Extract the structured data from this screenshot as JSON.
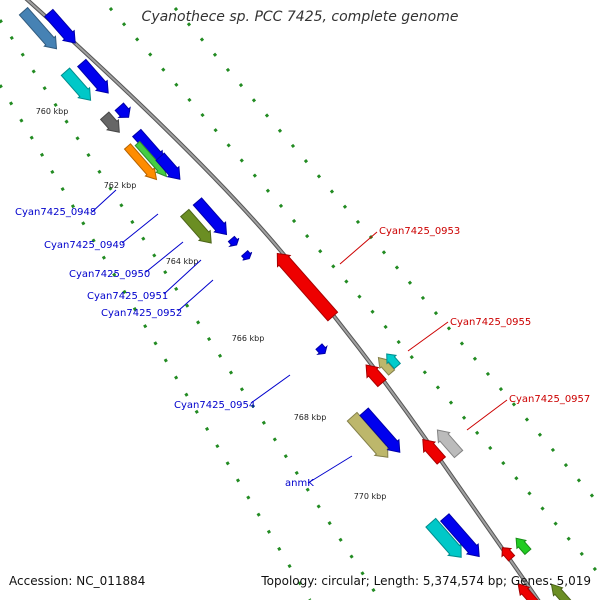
{
  "title": "Cyanothece sp. PCC 7425, complete genome",
  "footer": {
    "accession": "Accession: NC_011884",
    "summary": "Topology: circular; Length: 5,374,574 bp; Genes: 5,019"
  },
  "colors": {
    "backbone": "#888888",
    "tick": "#228b22",
    "label_forward": "#0000cc",
    "label_reverse": "#cc0000",
    "kbp_text": "#222222"
  },
  "kbp_labels": [
    "760 kbp",
    "762 kbp",
    "764 kbp",
    "766 kbp",
    "768 kbp",
    "770 kbp"
  ],
  "gene_labels": [
    {
      "text": "Cyan7425_0948",
      "strand": "forward"
    },
    {
      "text": "Cyan7425_0949",
      "strand": "forward"
    },
    {
      "text": "Cyan7425_0950",
      "strand": "forward"
    },
    {
      "text": "Cyan7425_0951",
      "strand": "forward"
    },
    {
      "text": "Cyan7425_0952",
      "strand": "forward"
    },
    {
      "text": "Cyan7425_0953",
      "strand": "reverse"
    },
    {
      "text": "Cyan7425_0954",
      "strand": "forward"
    },
    {
      "text": "Cyan7425_0955",
      "strand": "reverse"
    },
    {
      "text": "Cyan7425_0957",
      "strand": "reverse"
    },
    {
      "text": "anmK",
      "strand": "forward"
    }
  ],
  "genes": [
    {
      "strand": "forward",
      "color": "#4682b4"
    },
    {
      "strand": "forward",
      "color": "#0000ee"
    },
    {
      "strand": "forward",
      "color": "#00c8c8"
    },
    {
      "strand": "forward",
      "color": "#0000ee"
    },
    {
      "strand": "forward",
      "color": "#666666"
    },
    {
      "strand": "forward",
      "color": "#0000ee"
    },
    {
      "strand": "forward",
      "color": "#0000ee"
    },
    {
      "strand": "forward",
      "color": "#ff8c00"
    },
    {
      "strand": "forward",
      "color": "#44cc44"
    },
    {
      "strand": "forward",
      "color": "#0000ee"
    },
    {
      "strand": "forward",
      "color": "#6b8e23"
    },
    {
      "strand": "forward",
      "color": "#0000ee"
    },
    {
      "strand": "forward",
      "color": "#0000ee"
    },
    {
      "strand": "forward",
      "color": "#0000ee"
    },
    {
      "strand": "reverse",
      "color": "#ee0000"
    },
    {
      "strand": "forward",
      "color": "#0000ee"
    },
    {
      "strand": "reverse",
      "color": "#ee0000"
    },
    {
      "strand": "reverse",
      "color": "#bdb76b"
    },
    {
      "strand": "reverse",
      "color": "#00cccc"
    },
    {
      "strand": "forward",
      "color": "#bdb76b"
    },
    {
      "strand": "forward",
      "color": "#0000ee"
    },
    {
      "strand": "reverse",
      "color": "#ee0000"
    },
    {
      "strand": "reverse",
      "color": "#bbbbbb"
    },
    {
      "strand": "forward",
      "color": "#00c8c8"
    },
    {
      "strand": "forward",
      "color": "#0000ee"
    },
    {
      "strand": "reverse",
      "color": "#ee0000"
    },
    {
      "strand": "reverse",
      "color": "#22cc22"
    },
    {
      "strand": "reverse",
      "color": "#ee0000"
    },
    {
      "strand": "reverse",
      "color": "#6b8e23"
    }
  ]
}
